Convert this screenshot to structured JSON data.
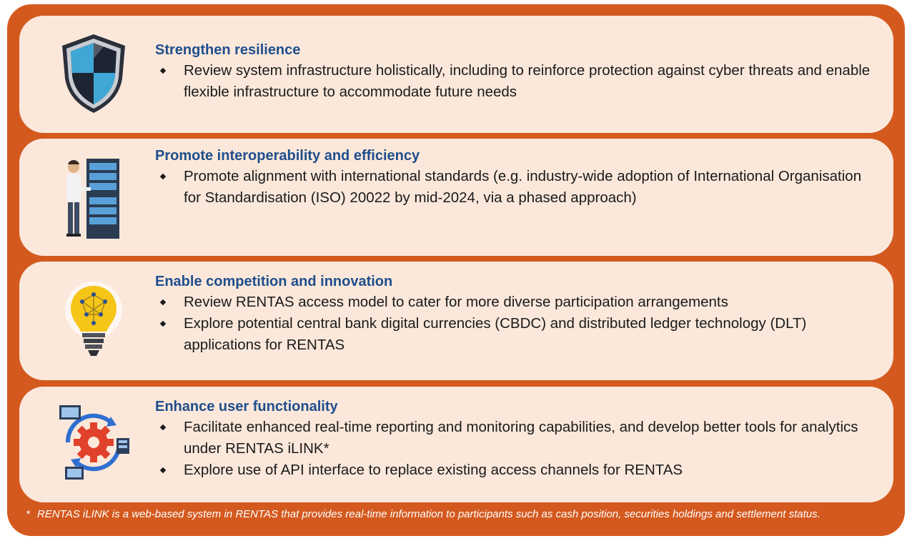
{
  "sections": [
    {
      "icon": "shield-icon",
      "heading": "Strengthen resilience",
      "bullets": [
        "Review system infrastructure holistically, including to reinforce protection against cyber threats and enable flexible infrastructure to accommodate future needs"
      ]
    },
    {
      "icon": "server-technician-icon",
      "heading": "Promote interoperability and efficiency",
      "bullets": [
        "Promote alignment with international standards (e.g. industry-wide adoption of International Organisation for Standardisation (ISO) 20022 by mid-2024, via a phased approach)"
      ]
    },
    {
      "icon": "lightbulb-network-icon",
      "heading": "Enable competition and innovation",
      "bullets": [
        "Review RENTAS access model to cater for more diverse participation arrangements",
        "Explore potential central bank digital currencies (CBDC) and distributed ledger technology (DLT) applications for RENTAS"
      ]
    },
    {
      "icon": "gear-cycle-icon",
      "heading": "Enhance user functionality",
      "bullets": [
        "Facilitate enhanced real-time reporting and monitoring capabilities, and develop better tools for analytics under RENTAS iLINK*",
        "Explore use of API interface to replace existing access channels for RENTAS"
      ]
    }
  ],
  "footnote": {
    "marker": "*",
    "text": "RENTAS iLINK is a web-based system in RENTAS that provides real-time information to participants such as cash position, securities holdings and settlement status."
  },
  "colors": {
    "frame": "#d4591f",
    "card": "#fbe8db",
    "heading": "#1f4e8c",
    "body_text": "#1a1a1a",
    "footnote_text": "#ffffff"
  }
}
